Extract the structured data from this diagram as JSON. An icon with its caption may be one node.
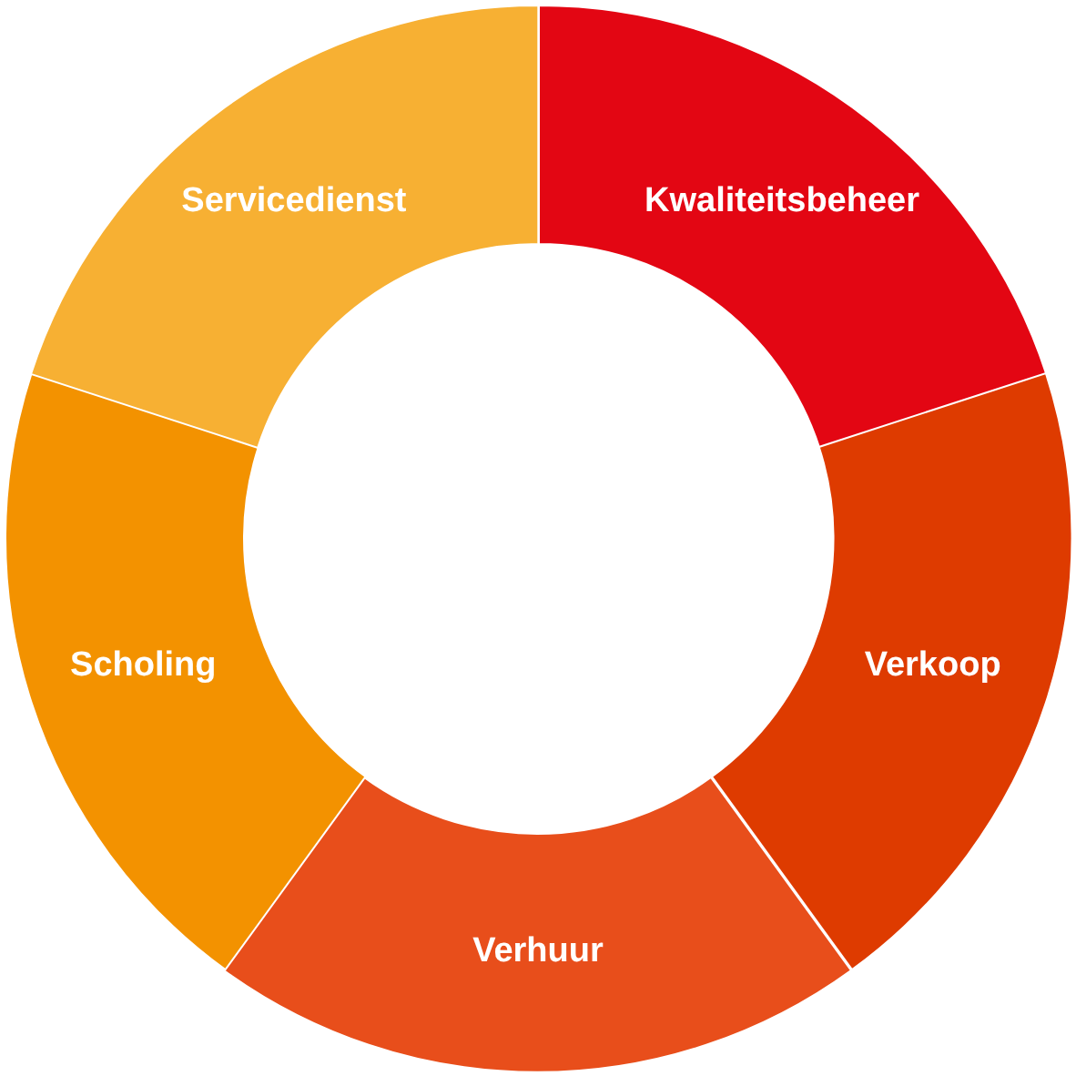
{
  "diagram": {
    "nodes": [
      {
        "text": [
          "Kwaliteitsbeheer"
        ]
      },
      {
        "text": [
          "Verkoop"
        ]
      },
      {
        "text": [
          "Verhuur"
        ]
      },
      {
        "text": [
          "Scholing"
        ]
      },
      {
        "text": [
          "Servicedienst"
        ]
      }
    ]
  }
}
